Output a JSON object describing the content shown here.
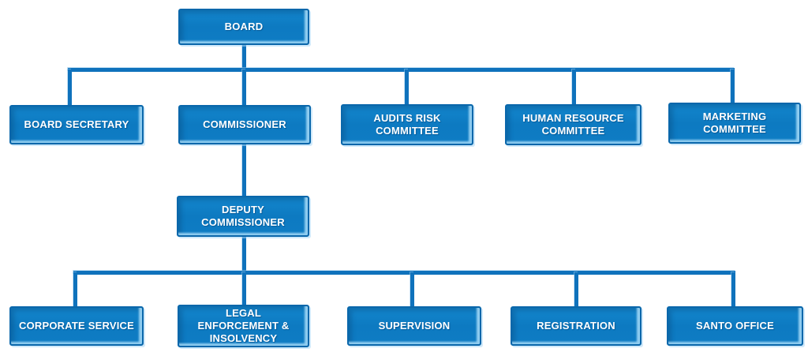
{
  "diagram": {
    "type": "org-chart",
    "nodes": {
      "board": {
        "label": "BOARD"
      },
      "board_secretary": {
        "label": "BOARD SECRETARY"
      },
      "commissioner": {
        "label": "COMMISSIONER"
      },
      "audits_risk": {
        "label": "AUDITS RISK COMMITTEE"
      },
      "human_resource": {
        "label": "HUMAN RESOURCE COMMITTEE"
      },
      "marketing": {
        "label": "MARKETING COMMITTEE"
      },
      "deputy_commissioner": {
        "label": "DEPUTY COMMISSIONER"
      },
      "corporate_service": {
        "label": "CORPORATE SERVICE"
      },
      "legal_enforcement": {
        "label": "LEGAL ENFORCEMENT & INSOLVENCY"
      },
      "supervision": {
        "label": "SUPERVISION"
      },
      "registration": {
        "label": "REGISTRATION"
      },
      "santo_office": {
        "label": "SANTO OFFICE"
      }
    },
    "edges": [
      {
        "from": "board",
        "to": "board_secretary"
      },
      {
        "from": "board",
        "to": "commissioner"
      },
      {
        "from": "board",
        "to": "audits_risk"
      },
      {
        "from": "board",
        "to": "human_resource"
      },
      {
        "from": "board",
        "to": "marketing"
      },
      {
        "from": "commissioner",
        "to": "deputy_commissioner"
      },
      {
        "from": "deputy_commissioner",
        "to": "corporate_service"
      },
      {
        "from": "deputy_commissioner",
        "to": "legal_enforcement"
      },
      {
        "from": "deputy_commissioner",
        "to": "supervision"
      },
      {
        "from": "deputy_commissioner",
        "to": "registration"
      },
      {
        "from": "deputy_commissioner",
        "to": "santo_office"
      }
    ],
    "colors": {
      "box_fill": "#0e7cc4",
      "box_border": "#0a67ab",
      "box_highlight": "#a8dcf8",
      "connector": "#0f72bc",
      "text": "#ffffff",
      "background": "#ffffff"
    }
  }
}
